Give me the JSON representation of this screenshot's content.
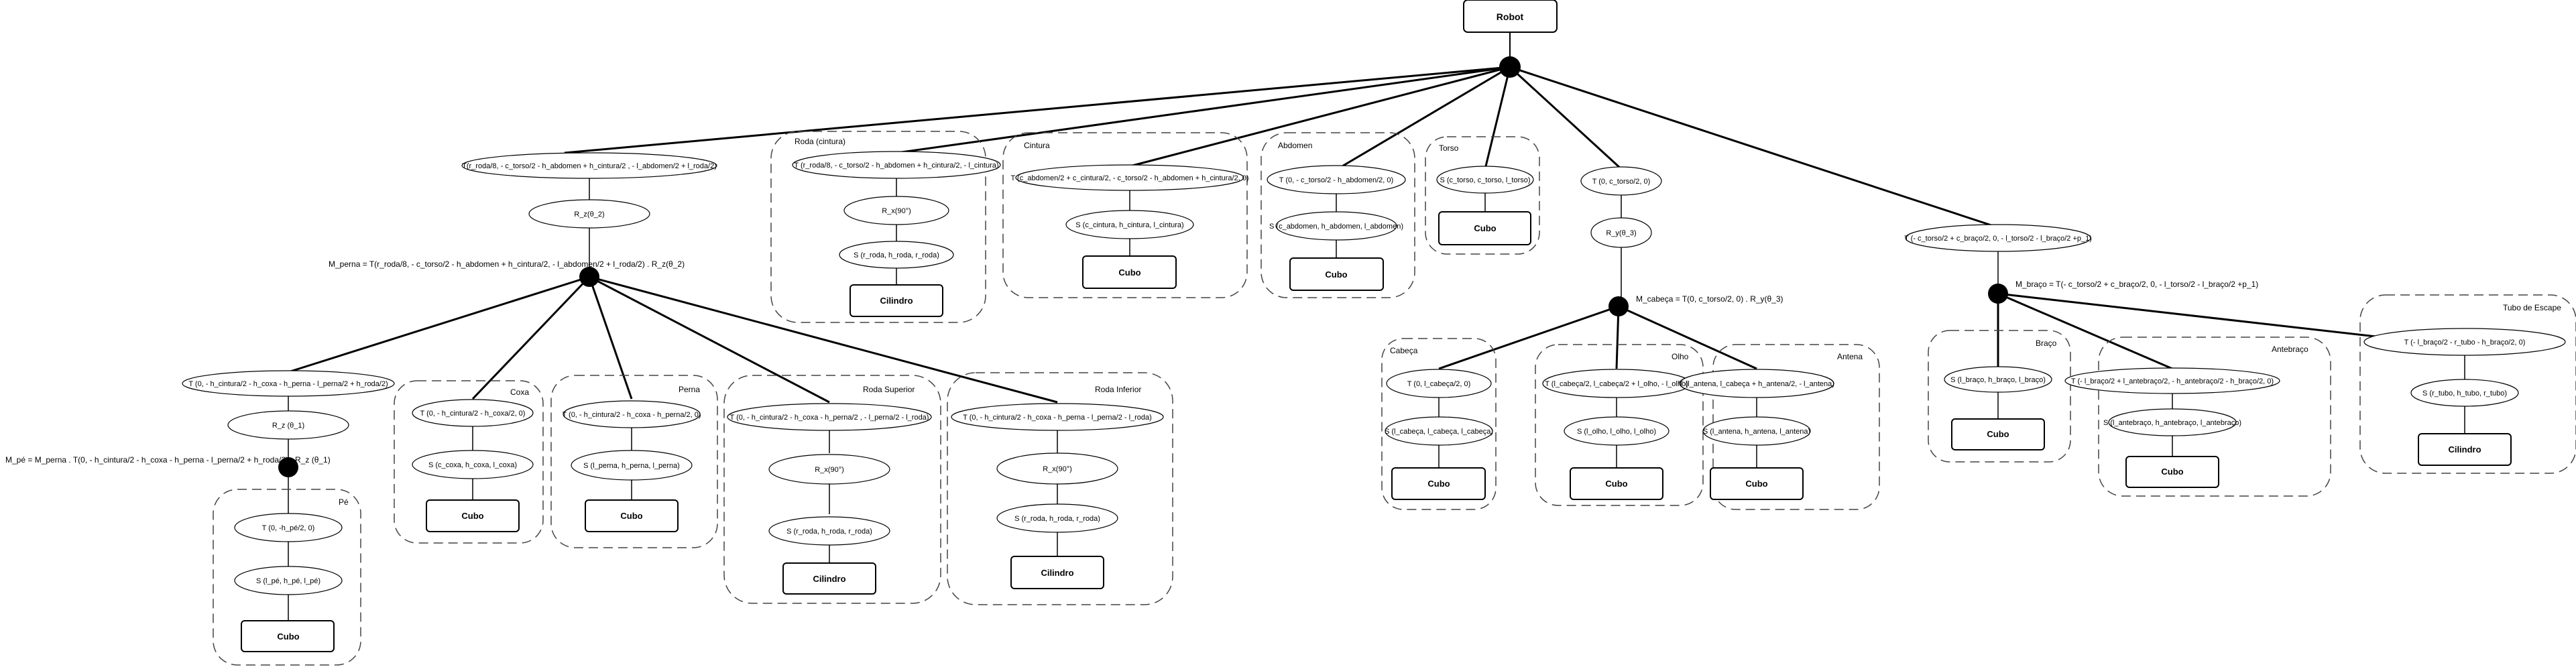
{
  "root": {
    "label": "Robot"
  },
  "branches": {
    "perna": {
      "transform": "T(r_roda/8, - c_torso/2 - h_abdomen + h_cintura/2 , - l_abdomen/2 + l_roda/2)",
      "rotation": "R_z(θ_2)",
      "matrix": "M_perna = T(r_roda/8, - c_torso/2 - h_abdomen + h_cintura/2, - l_abdomen/2 + l_roda/2) . R_z(θ_2)"
    },
    "roda_cintura": {
      "group": "Roda (cintura)",
      "transform": "T (r_roda/8, - c_torso/2 - h_abdomen + h_cintura/2, - l_cintura)",
      "rotation": "R_x(90°)",
      "scale": "S (r_roda, h_roda, r_roda)",
      "shape": "Cilindro"
    },
    "cintura": {
      "group": "Cintura",
      "transform": "T (c_abdomen/2 + c_cintura/2, - c_torso/2 - h_abdomen + h_cintura/2, 0)",
      "scale": "S (c_cintura, h_cintura, l_cintura)",
      "shape": "Cubo"
    },
    "abdomen": {
      "group": "Abdomen",
      "transform": "T (0, - c_torso/2 - h_abdomen/2, 0)",
      "scale": "S (c_abdomen, h_abdomen, l_abdomen)",
      "shape": "Cubo"
    },
    "torso": {
      "group": "Torso",
      "scale": "S (c_torso, c_torso, l_torso)",
      "shape": "Cubo"
    },
    "cabeca_chain": {
      "transform": "T (0, c_torso/2, 0)",
      "rotation": "R_y(θ_3)",
      "matrix": "M_cabeça = T(0, c_torso/2, 0) . R_y(θ_3)"
    },
    "braco_chain": {
      "transform": "T (- c_torso/2 + c_braço/2, 0, - l_torso/2 - l_braço/2 +p_1)",
      "matrix": "M_braço = T(- c_torso/2 + c_braço/2, 0, - l_torso/2 - l_braço/2 +p_1)"
    }
  },
  "leg_children": {
    "pe_chain": {
      "transform": "T (0, - h_cintura/2 - h_coxa - h_perna - l_perna/2 + h_roda/2)",
      "rotation": "R_z (θ_1)",
      "matrix": "M_pé = M_perna . T(0, - h_cintura/2 - h_coxa - h_perna - l_perna/2 + h_roda/2) . R_z (θ_1)"
    },
    "coxa": {
      "group": "Coxa",
      "transform": "T (0, - h_cintura/2 - h_coxa/2, 0)",
      "scale": "S (c_coxa, h_coxa, l_coxa)",
      "shape": "Cubo"
    },
    "perna_part": {
      "group": "Perna",
      "transform": "T (0, - h_cintura/2 - h_coxa - h_perna/2, 0)",
      "scale": "S (l_perna, h_perna, l_perna)",
      "shape": "Cubo"
    },
    "roda_superior": {
      "group": "Roda Superior",
      "transform": "T (0, - h_cintura/2 - h_coxa - h_perna/2 , - l_perna/2 - l_roda)",
      "rotation": "R_x(90°)",
      "scale": "S (r_roda, h_roda, r_roda)",
      "shape": "Cilindro"
    },
    "roda_inferior": {
      "group": "Roda Inferior",
      "transform": "T (0, - h_cintura/2 - h_coxa - h_perna - l_perna/2 - l_roda)",
      "rotation": "R_x(90°)",
      "scale": "S (r_roda, h_roda, r_roda)",
      "shape": "Cilindro"
    },
    "pe": {
      "group": "Pé",
      "transform": "T (0, -h_pé/2, 0)",
      "scale": "S (l_pé, h_pé, l_pé)",
      "shape": "Cubo"
    }
  },
  "head_children": {
    "cabeca": {
      "group": "Cabeça",
      "transform": "T (0, l_cabeça/2, 0)",
      "scale": "S (l_cabeça, l_cabeça, l_cabeça)",
      "shape": "Cubo"
    },
    "olho": {
      "group": "Olho",
      "transform": "T (l_cabeça/2, l_cabeça/2 + l_olho, - l_olho)",
      "scale": "S (l_olho, l_olho, l_olho)",
      "shape": "Cubo"
    },
    "antena": {
      "group": "Antena",
      "transform": "T (l_antena, l_cabeça + h_antena/2, - l_antena)",
      "scale": "S (l_antena, h_antena, l_antena)",
      "shape": "Cubo"
    }
  },
  "arm_children": {
    "braco": {
      "group": "Braço",
      "scale": "S (l_braço, h_braço, l_braço)",
      "shape": "Cubo"
    },
    "antebraco": {
      "group": "Antebraço",
      "transform": "T (- l_braço/2 + l_antebraço/2, - h_antebraço/2 - h_braço/2, 0)",
      "scale": "S (l_antebraço, h_antebraço, l_antebraço)",
      "shape": "Cubo"
    },
    "tubo": {
      "group": "Tubo de Escape",
      "transform": "T (- l_braço/2 - r_tubo - h_braço/2, 0)",
      "scale": "S (r_tubo, h_tubo, r_tubo)",
      "shape": "Cilindro"
    }
  }
}
